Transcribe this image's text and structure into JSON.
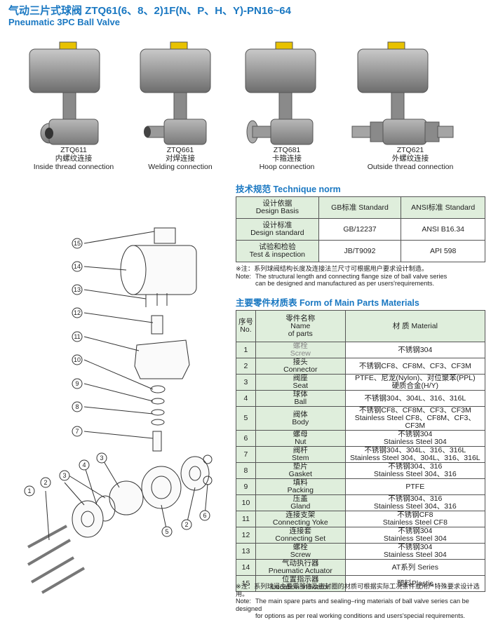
{
  "header": {
    "title_cn": "气动三片式球阀 ZTQ61(6、8、2)1F(N、P、H、Y)-PN16~64",
    "title_en": "Pneumatic 3PC Ball Valve"
  },
  "products": [
    {
      "code": "ZTQ611",
      "cn": "内螺纹连接",
      "en": "Inside thread connection"
    },
    {
      "code": "ZTQ661",
      "cn": "对焊连接",
      "en": "Welding connection"
    },
    {
      "code": "ZTQ681",
      "cn": "卡箍连接",
      "en": "Hoop connection"
    },
    {
      "code": "ZTQ621",
      "cn": "外螺纹连接",
      "en": "Outside thread connection"
    }
  ],
  "technique": {
    "heading": "技术规范 Technique norm",
    "rows": [
      {
        "cn": "设计依据",
        "en": "Design Basis",
        "gb": "GB标准 Standard",
        "ansi": "ANSI标准 Standard"
      },
      {
        "cn": "设计标准",
        "en": "Design standard",
        "gb": "GB/12237",
        "ansi": "ANSI B16.34"
      },
      {
        "cn": "试验和检验",
        "en": "Test & inspection",
        "gb": "JB/T9092",
        "ansi": "API 598"
      }
    ],
    "note_cn": "※注：系列球阀结构长度及连接法兰尺寸可根据用户要求设计制造。",
    "note_label": "Note:",
    "note_en1": "The structural length and connecting flange size of ball valve series",
    "note_en2": "can be designed and manufactured as per users'requirements."
  },
  "parts": {
    "heading": "主要零件材质表  Form of Main Parts Materials",
    "header": {
      "no_cn": "序号",
      "no_en": "No.",
      "name_cn": "零件名称",
      "name_en1": "Name",
      "name_en2": "of parts",
      "material": "材 质 Material"
    },
    "rows": [
      {
        "no": "1",
        "cn": "螺栓",
        "en": "Screw",
        "m1": "不锈钢304",
        "m2": ""
      },
      {
        "no": "2",
        "cn": "接头",
        "en": "Connector",
        "m1": "不锈钢CF8、CF8M、CF3、CF3M",
        "m2": ""
      },
      {
        "no": "3",
        "cn": "阀座",
        "en": "Seat",
        "m1": "PTFE、尼龙(Nylon)、对位聚苯(PPL)",
        "m2": "硬质合金(H/Y)"
      },
      {
        "no": "4",
        "cn": "球体",
        "en": "Ball",
        "m1": "不锈钢304、304L、316、316L",
        "m2": ""
      },
      {
        "no": "5",
        "cn": "阀体",
        "en": "Body",
        "m1": "不锈钢CF8、CF8M、CF3、CF3M",
        "m2": "Stainless Steel CF8、CF8M、CF3、CF3M"
      },
      {
        "no": "6",
        "cn": "螺母",
        "en": "Nut",
        "m1": "不锈钢304",
        "m2": "Stainless Steel 304"
      },
      {
        "no": "7",
        "cn": "阀杆",
        "en": "Stem",
        "m1": "不锈钢304、304L、316、316L",
        "m2": "Stainless Steel 304、304L、316、316L"
      },
      {
        "no": "8",
        "cn": "垫片",
        "en": "Gasket",
        "m1": "不锈钢304、316",
        "m2": "Stainless Steel 304、316"
      },
      {
        "no": "9",
        "cn": "填料",
        "en": "Packing",
        "m1": "PTFE",
        "m2": ""
      },
      {
        "no": "10",
        "cn": "压盖",
        "en": "Gland",
        "m1": "不锈钢304、316",
        "m2": "Stainless Steel 304、316"
      },
      {
        "no": "11",
        "cn": "连接支架",
        "en": "Connecting Yoke",
        "m1": "不锈钢CF8",
        "m2": "Stainless Steel CF8"
      },
      {
        "no": "12",
        "cn": "连接套",
        "en": "Connecting Set",
        "m1": "不锈钢304",
        "m2": "Stainless Steel 304"
      },
      {
        "no": "13",
        "cn": "螺栓",
        "en": "Screw",
        "m1": "不锈钢304",
        "m2": "Stainless Steel 304"
      },
      {
        "no": "14",
        "cn": "气动执行器",
        "en": "Pneumatic Actuator",
        "m1": "AT系列 Series",
        "m2": ""
      },
      {
        "no": "15",
        "cn": "位置指示器",
        "en": "Location Indicator",
        "m1": "塑料Plastic",
        "m2": ""
      }
    ],
    "note_cn": "※注：系列球阀主要零部件及密封圈的材质可根据实际工况条件或用户特殊要求设计选用。",
    "note_label": "Note:",
    "note_en1": "The main spare parts and sealing–ring materials of ball valve series can be designed",
    "note_en2": "for options as per real working conditions and users'special requirements."
  },
  "diagram": {
    "callouts": [
      "15",
      "14",
      "13",
      "12",
      "11",
      "10",
      "9",
      "8",
      "7",
      "4",
      "3",
      "2",
      "1",
      "3",
      "5",
      "2",
      "6"
    ]
  }
}
